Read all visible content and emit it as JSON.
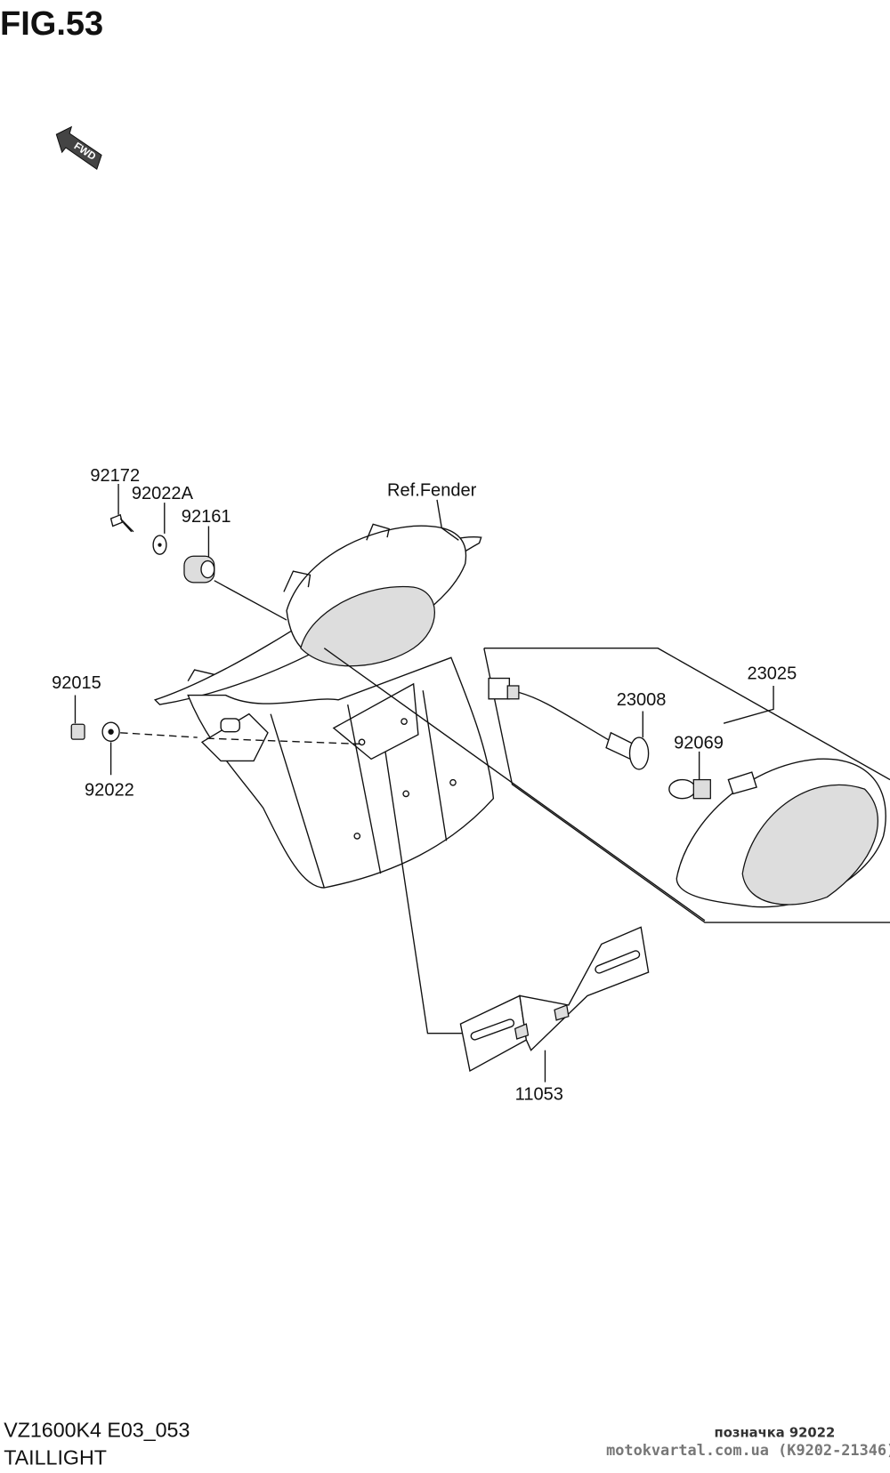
{
  "figure": {
    "title": "FIG.53",
    "fwd_label": "FWD"
  },
  "callouts": {
    "p92172": "92172",
    "p92022A": "92022A",
    "p92161": "92161",
    "ref_fender": "Ref.Fender",
    "p92015": "92015",
    "p92022": "92022",
    "p23025": "23025",
    "p23008": "23008",
    "p92069": "92069",
    "p11053": "11053"
  },
  "footer": {
    "model_code": "VZ1600K4 E03_053",
    "section": "TAILLIGHT"
  },
  "watermark": {
    "line1": "позначка 92022",
    "line2": "motokvartal.com.ua (K9202-21346)"
  }
}
